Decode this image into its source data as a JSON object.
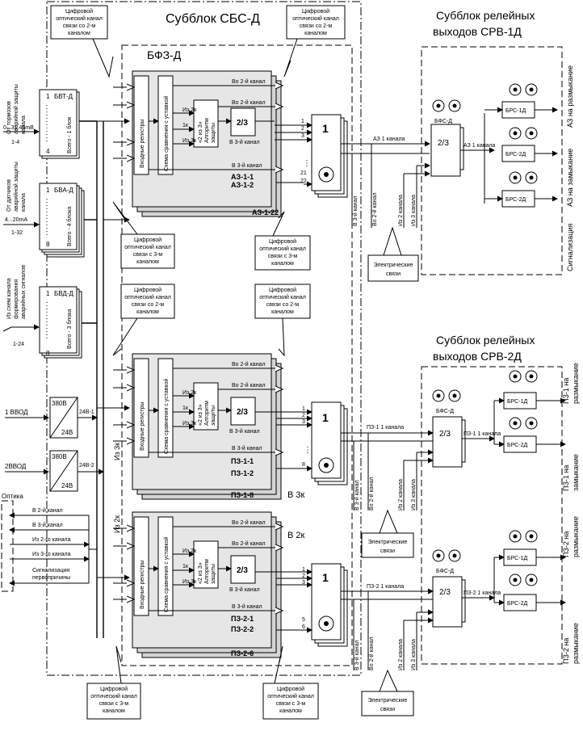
{
  "sbs": {
    "title": "Субблок СБС-Д"
  },
  "bfz": {
    "title": "БФЗ-Д"
  },
  "srv1": {
    "title1": "Субблок релейных",
    "title2": "выходов СРВ-1Д"
  },
  "srv2": {
    "title1": "Субблок релейных",
    "title2": "выходов СРВ-2Д"
  },
  "callouts": {
    "top_left": [
      "Цифровой",
      "оптический канал",
      "связи со 2-м",
      "каналом"
    ],
    "top_right": [
      "Цифровой",
      "оптический канал",
      "связи со 2-м",
      "каналом"
    ],
    "mid_left_3": [
      "Цифровой",
      "оптический канал",
      "связи с 3-м",
      "каналом"
    ],
    "mid_right_3": [
      "Цифровой",
      "оптический канал",
      "связи с 3-м",
      "каналом"
    ],
    "mid_left_2": [
      "Цифровой",
      "оптический канал",
      "связи со 2-м",
      "каналом"
    ],
    "mid_right_2": [
      "Цифровой",
      "оптический канал",
      "связи со 2-м",
      "каналом"
    ],
    "bottom_left": [
      "Цифровой",
      "оптический канал",
      "связи с 3-м",
      "каналом"
    ],
    "bottom_right": [
      "Цифровой",
      "оптический канал",
      "связи с 3-м",
      "каналом"
    ],
    "electric_top": [
      "Электрические",
      "связи"
    ],
    "electric_mid": [
      "Электрические",
      "связи"
    ],
    "electric_bot": [
      "Электрические",
      "связи"
    ]
  },
  "inputs": {
    "bvt": {
      "name": "БВТ-Д",
      "one": "1",
      "four": "4",
      "count": "Всего - 1 блок"
    },
    "bva": {
      "name": "БВА-Д",
      "one": "1",
      "eight": "8",
      "count": "Всего - 4 блока"
    },
    "bvd": {
      "name": "БВД-Д",
      "one": "1",
      "eight": "8",
      "count": "Всего - 3 блока"
    },
    "tormoz_label": [
      "От тормозов",
      "аварийной защиты",
      "канала"
    ],
    "tormoz_range": "0...31.49mB",
    "tormoz_idx": "1-4",
    "datchik_label": [
      "От датчиков",
      "аварийной защиты",
      "канала"
    ],
    "datchik_range": "4...20mA",
    "datchik_idx": "1-32",
    "avar_label": [
      "Из схем канала",
      "формирования",
      "аварийных сигналов"
    ],
    "avar_idx": "1-24"
  },
  "power": {
    "in1": "1 ВВОД",
    "in2": "2ВВОД",
    "v380": "380В",
    "v24": "24В",
    "out1": "24В-1",
    "out2": "24В-2"
  },
  "blocks": {
    "reg": "Входные регистры",
    "cmp": "Схема сравнения с уставкой",
    "alg1": "«2 из 3»",
    "alg2": "Алгоритм",
    "alg3": "защиты",
    "vote": "2/3",
    "one": "1",
    "iz2k": "Из 2к",
    "iz3k": "Из 3к",
    "k1": "1к",
    "vo2": "Во 2-й канал",
    "vo3": "В 3-й канал",
    "v3k": "В 3-й канал"
  },
  "groups": {
    "az": [
      "АЗ-1-1",
      "АЗ-1-2",
      "АЗ-1-22"
    ],
    "pz1": [
      "ПЗ-1-1",
      "ПЗ-1-2",
      "ПЗ-1-8"
    ],
    "pz2": [
      "ПЗ-2-1",
      "ПЗ-2-2",
      "ПЗ-2-6"
    ],
    "v3k_side": "В 3к",
    "v2k_side": "В 2к",
    "iz3k_side": "Из 3к",
    "iz2k_side": "Из 2к"
  },
  "or_pins": {
    "az": [
      "1",
      "2",
      "3",
      "21",
      "22"
    ],
    "pz1": [
      "1",
      "2",
      "3",
      "8"
    ],
    "pz2": [
      "1",
      "2",
      "3",
      "5",
      "6"
    ]
  },
  "channels": {
    "az1": "АЗ 1 канала",
    "pz1_1": "ПЗ-1 1 канала",
    "pz2_1": "ПЗ-2 1 канала",
    "v3_kanal": "В 3-й канал",
    "vo2_kanal": "Во 2-й канал",
    "iz2": "Из 2 канала",
    "iz3": "Из 3 канала"
  },
  "relays": {
    "bfs": "БФС-Д",
    "vote": "2/3",
    "brs1": "БРС-1Д",
    "brs2": "БРС-2Д",
    "out_az_raz": "АЗ на размыкание",
    "out_az_zam": "АЗ на замыкание",
    "out_sign": "Сигнализация",
    "out_pz1_raz": [
      "ПЗ-1 на",
      "размыкание"
    ],
    "out_pz1_zam": [
      "ПЗ-1 на",
      "замыкание"
    ],
    "out_pz2_raz": [
      "ПЗ-2 на",
      "размыкание"
    ],
    "out_pz2_raz2": [
      "ПЗ-2 на",
      "размыкание"
    ]
  },
  "optics": {
    "title": "Оптика",
    "items": [
      "В 2-й канал",
      "В 3-й канал",
      "Из 2-го канала",
      "Из 3-го канала"
    ],
    "signal": [
      "Сигнализация",
      "первопричины"
    ]
  }
}
